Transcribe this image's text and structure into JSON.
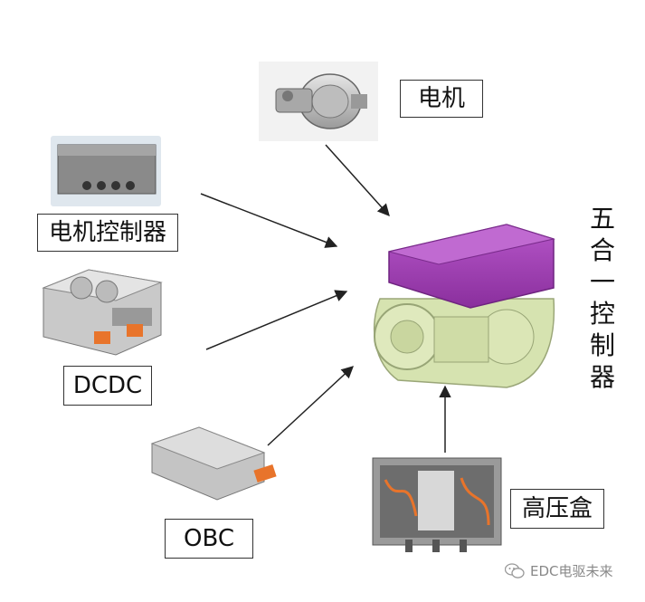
{
  "labels": {
    "motor": "电机",
    "motor_controller": "电机控制器",
    "dcdc": "DCDC",
    "obc": "OBC",
    "hv_box": "高压盒"
  },
  "title_chars": [
    "五",
    "合",
    "一",
    "控",
    "制",
    "器"
  ],
  "watermark": "EDC电驱未来",
  "colors": {
    "controller_housing": "#a43fb7",
    "motor_housing": "#d6e3b0",
    "arrow": "#222222"
  }
}
